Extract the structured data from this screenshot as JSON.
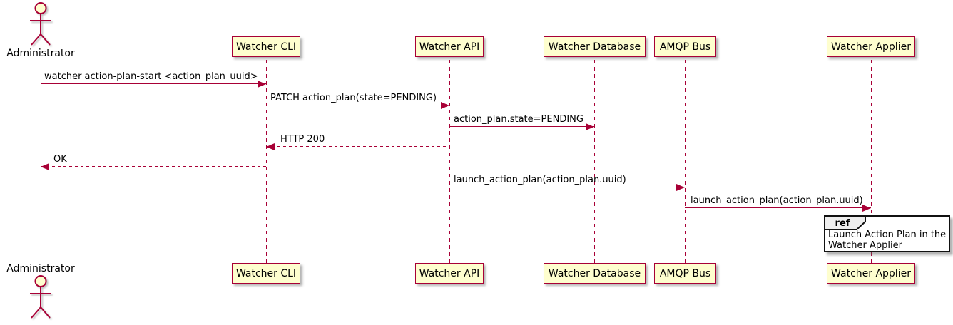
{
  "diagram": {
    "type": "sequence",
    "colors": {
      "accent": "#A80036",
      "participant_fill": "#FEFECE",
      "participant_border": "#A80036",
      "ref_header_fill": "#EEEEEE",
      "ref_border": "#111111",
      "text": "#000000",
      "background": "#FFFFFF"
    },
    "actor": {
      "name": "Administrator"
    },
    "participants": [
      {
        "label": "Watcher CLI"
      },
      {
        "label": "Watcher API"
      },
      {
        "label": "Watcher Database"
      },
      {
        "label": "AMQP Bus"
      },
      {
        "label": "Watcher Applier"
      }
    ],
    "messages": [
      {
        "label": "watcher action-plan-start <action_plan_uuid>",
        "from": "Administrator",
        "to": "Watcher CLI",
        "line": "solid",
        "direction": "right"
      },
      {
        "label": "PATCH action_plan(state=PENDING)",
        "from": "Watcher CLI",
        "to": "Watcher API",
        "line": "solid",
        "direction": "right"
      },
      {
        "label": "action_plan.state=PENDING",
        "from": "Watcher API",
        "to": "Watcher Database",
        "line": "solid",
        "direction": "right"
      },
      {
        "label": "HTTP 200",
        "from": "Watcher API",
        "to": "Watcher CLI",
        "line": "dashed",
        "direction": "left"
      },
      {
        "label": "OK",
        "from": "Watcher CLI",
        "to": "Administrator",
        "line": "dashed",
        "direction": "left"
      },
      {
        "label": "launch_action_plan(action_plan.uuid)",
        "from": "Watcher API",
        "to": "AMQP Bus",
        "line": "solid",
        "direction": "right"
      },
      {
        "label": "launch_action_plan(action_plan.uuid)",
        "from": "AMQP Bus",
        "to": "Watcher Applier",
        "line": "solid",
        "direction": "right"
      }
    ],
    "ref": {
      "keyword": "ref",
      "over": "Watcher Applier",
      "lines": [
        "Launch Action Plan in the",
        "Watcher Applier"
      ]
    }
  }
}
